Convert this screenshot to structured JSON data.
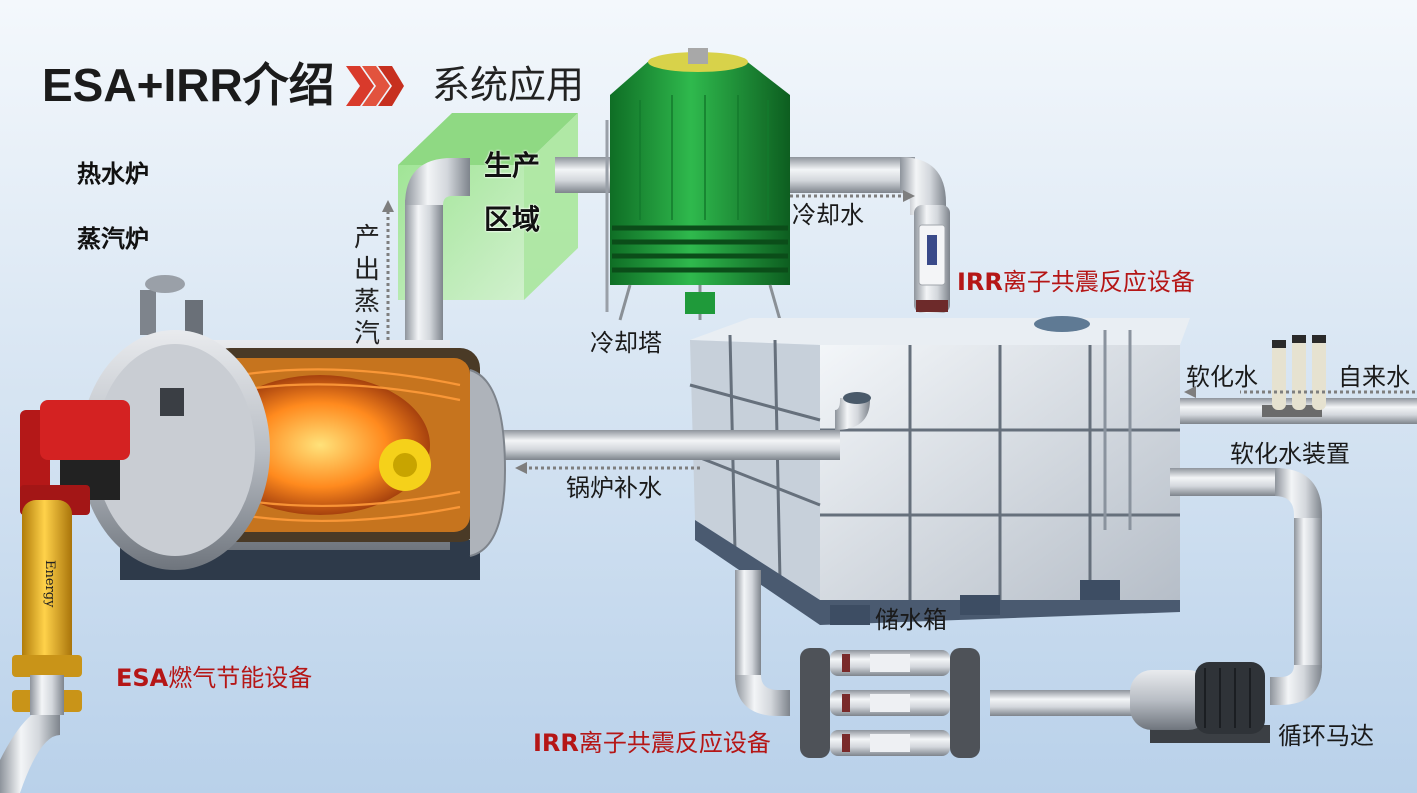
{
  "header": {
    "title": "ESA+IRR介绍",
    "subtitle": "系统应用"
  },
  "menu": {
    "items": [
      "热水炉",
      "蒸汽炉"
    ]
  },
  "labels": {
    "production_line1": "生产",
    "production_line2": "区域",
    "steam_output": "产出蒸汽",
    "cooling_water": "冷却水",
    "cooling_tower": "冷却塔",
    "irr_top_brand": "IRR",
    "irr_top_rest": "离子共震反应设备",
    "softened_water": "软化水",
    "tap_water": "自来水",
    "softener_device": "软化水装置",
    "boiler_makeup": "锅炉补水",
    "storage_tank": "储水箱",
    "circulation_motor": "循环马达",
    "irr_bottom_brand": "IRR",
    "irr_bottom_rest": "离子共震反应设备",
    "esa_brand": "ESA",
    "esa_rest": "燃气节能设备",
    "esa_device_text": "Energy"
  },
  "colors": {
    "accent_red": "#b51616",
    "tower_green": "#1f9a3a",
    "pipe_silver": "#c8ccd2",
    "esa_yellow": "#e9b21a",
    "chevron_red": "#d93a2b"
  }
}
